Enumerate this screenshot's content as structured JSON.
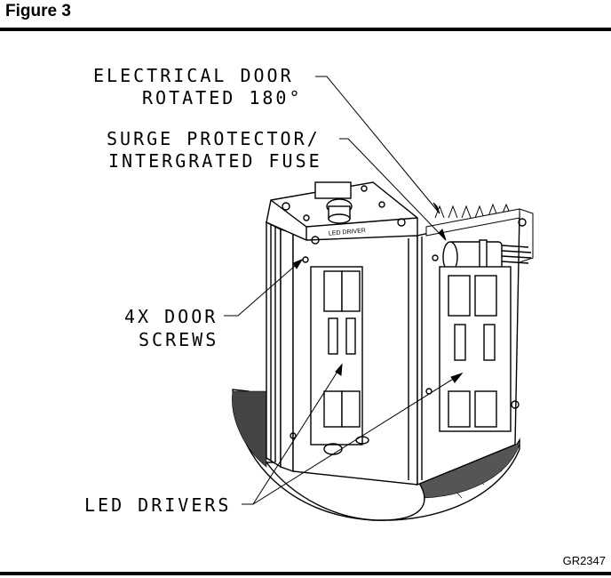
{
  "figure": {
    "title": "Figure 3",
    "code": "GR2347"
  },
  "callouts": {
    "electrical_door_line1": "ELECTRICAL DOOR",
    "electrical_door_line2": "ROTATED 180°",
    "surge_line1": "SURGE PROTECTOR/",
    "surge_line2": "INTERGRATED FUSE",
    "screws_line1": "4X DOOR",
    "screws_line2": "SCREWS",
    "drivers": "LED DRIVERS"
  },
  "nameplate": "LED DRIVER"
}
